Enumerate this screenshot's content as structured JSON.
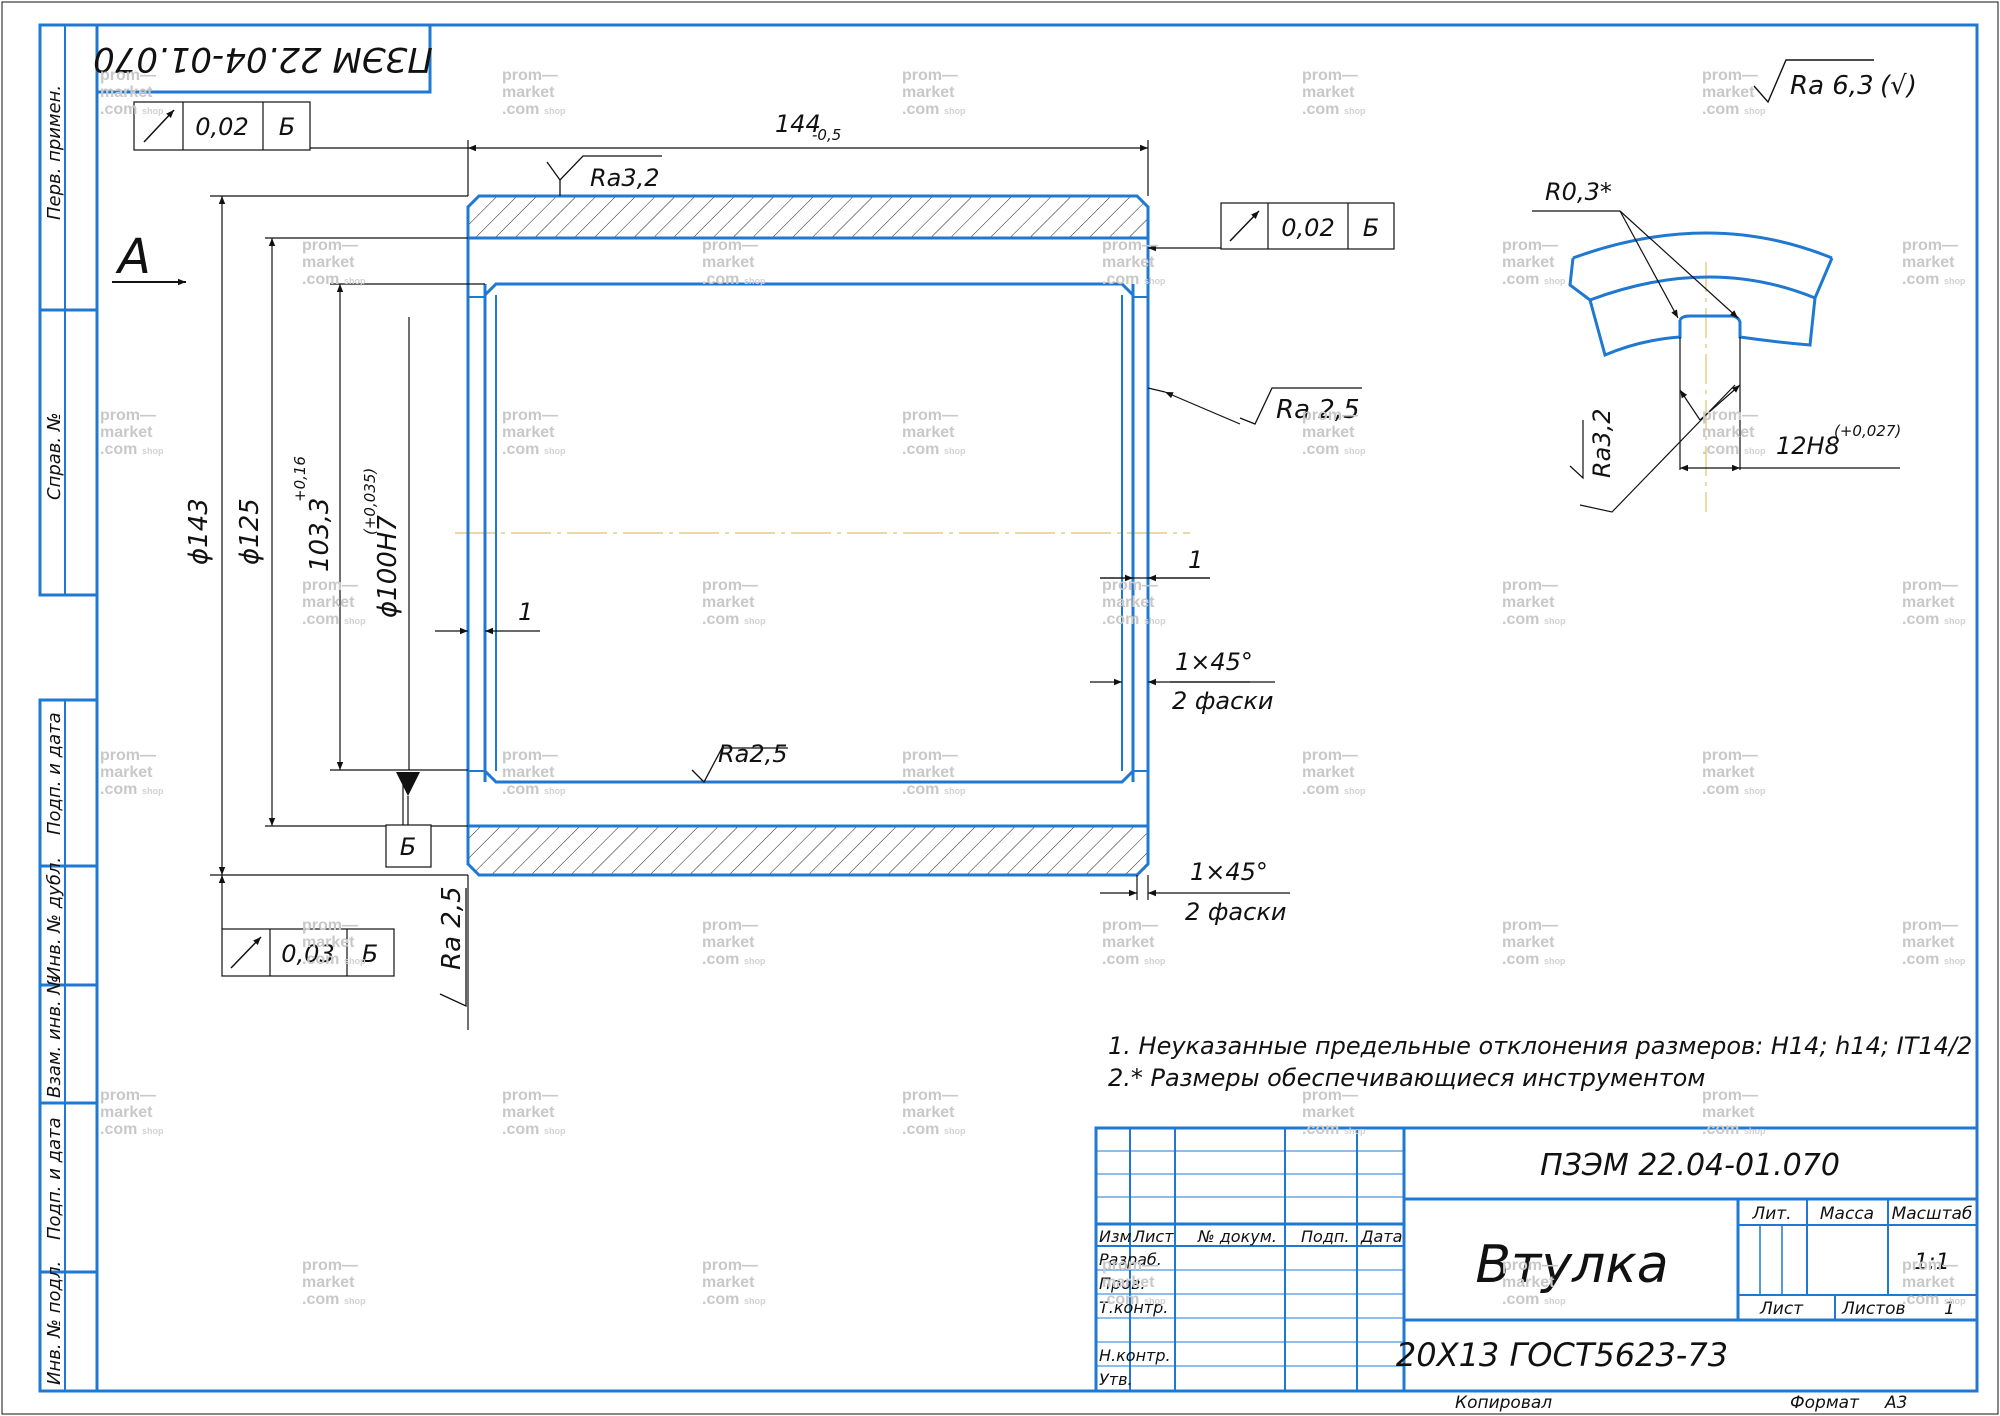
{
  "colors": {
    "frame": "#1f78d1",
    "ink": "#111111",
    "centerline": "#e0c070",
    "watermark": "#c8c8c8"
  },
  "top_stamp": {
    "designation": "ПЗЭМ 22.04-01.070"
  },
  "left_strip": {
    "perv_primen": "Перв. примен.",
    "sprav_no": "Справ. №",
    "podp_data_1": "Подп. и дата",
    "inv_dubl": "Инв. № дубл.",
    "vzam_inv": "Взам. инв. №",
    "podp_data_2": "Подп. и дата",
    "inv_podl": "Инв. № подл."
  },
  "view_label": "А",
  "roughness_general": {
    "value": "Ra 6,3",
    "suffix": "(√)"
  },
  "tolerances": {
    "top_left": {
      "value": "0,02",
      "datum": "Б"
    },
    "right": {
      "value": "0,02",
      "datum": "Б"
    },
    "bottom_left": {
      "value": "0,03",
      "datum": "Б"
    },
    "datum_label": "Б"
  },
  "dimensions": {
    "length": "144",
    "length_tol": "-0,5",
    "d143": "ϕ143",
    "d125": "ϕ125",
    "d1033": "103,3",
    "d1033_tol": "+0,16",
    "d100": "ϕ100H7",
    "d100_tol": "(+0,035)",
    "one_right": "1",
    "one_left": "1",
    "chamfer_1": "1×45°",
    "chamfer_1_note": "2 фаски",
    "chamfer_2": "1×45°",
    "chamfer_2_note": "2 фаски"
  },
  "roughness": {
    "top": "Ra3,2",
    "right": "Ra 2,5",
    "bottom_inner": "Ra2,5",
    "left_bottom": "Ra 2,5"
  },
  "detail": {
    "radius": "R0,3*",
    "roughness": "Ra3,2",
    "width": "12H8",
    "width_tol": "(+0,027)"
  },
  "notes": [
    "1. Неуказанные предельные отклонения размеров: H14; h14; IT14/2",
    "2.* Размеры обеспечивающиеся инструментом"
  ],
  "title_block": {
    "designation": "ПЗЭМ 22.04-01.070",
    "name": "Втулка",
    "material": "20Х13 ГОСТ5623-73",
    "col_izm": "Изм",
    "col_list": "Лист",
    "col_doc": "№ докум.",
    "col_podp": "Подп.",
    "col_data": "Дата",
    "razrab": "Разраб.",
    "prov": "Пров.",
    "tkontr": "Т.контр.",
    "nkontr": "Н.контр.",
    "utv": "Утв.",
    "lit": "Лит.",
    "massa": "Масса",
    "masshtab": "Масштаб",
    "scale_value": "1:1",
    "list_label": "Лист",
    "listov_label": "Листов",
    "listov_value": "1",
    "kopiroval": "Копировал",
    "format_label": "Формат",
    "format_value": "А3"
  },
  "watermark": {
    "line1": "prom—",
    "line2": "market",
    "line3": ".com",
    "small": "shop"
  }
}
